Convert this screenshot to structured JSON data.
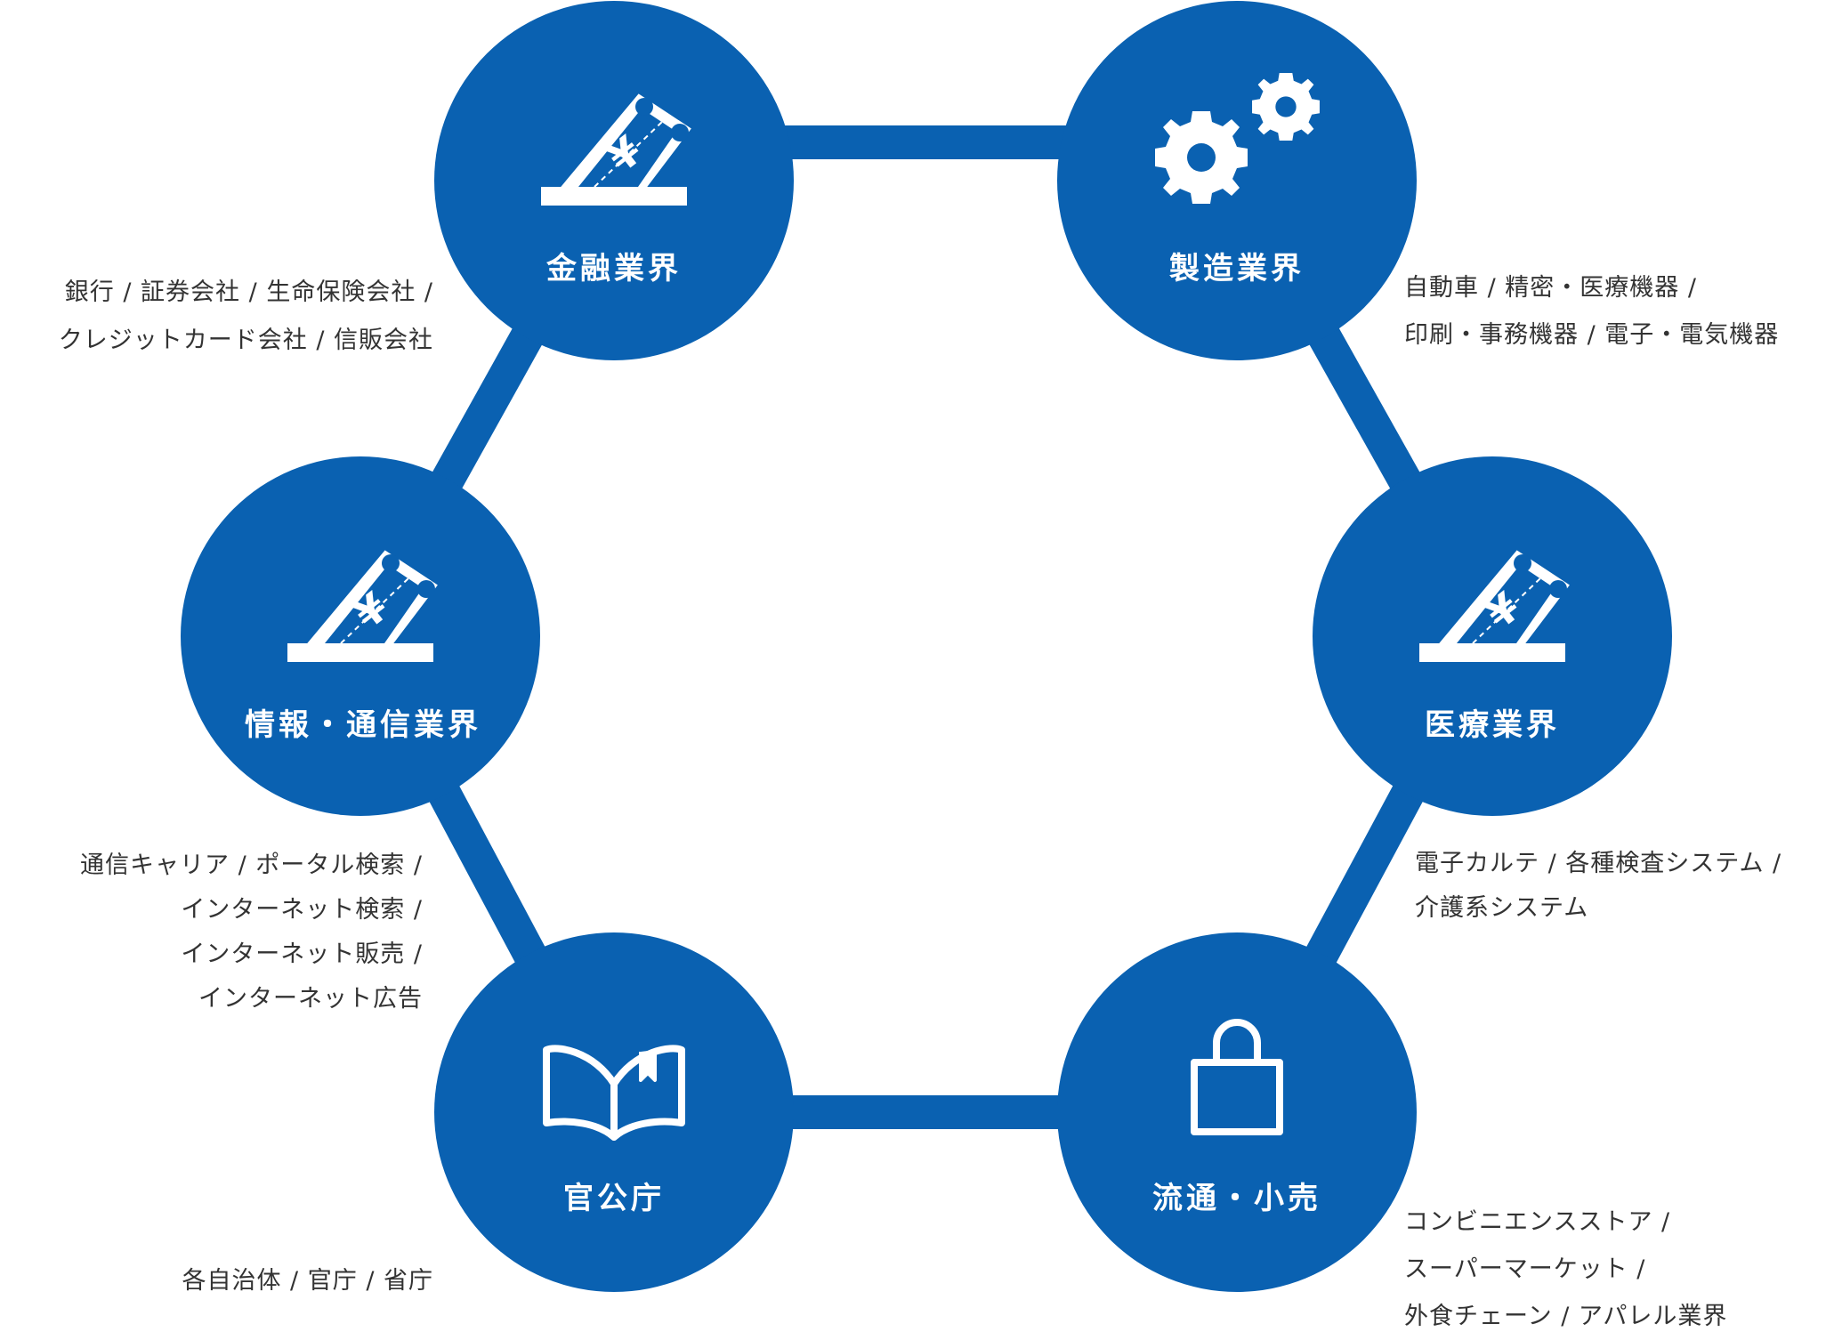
{
  "colors": {
    "accent": "#0a61b1",
    "icon": "#ffffff",
    "text": "#333333"
  },
  "nodes": {
    "finance": {
      "label": "金融業界",
      "icon": "ticket-yen-icon",
      "lines": [
        "銀行 / 証券会社 / 生命保険会社 /",
        "クレジットカード会社 / 信販会社"
      ]
    },
    "manufacturing": {
      "label": "製造業界",
      "icon": "gears-icon",
      "lines": [
        "自動車 / 精密・医療機器 /",
        "印刷・事務機器 / 電子・電気機器"
      ]
    },
    "it": {
      "label": "情報・通信業界",
      "icon": "ticket-yen-icon",
      "lines": [
        "通信キャリア / ポータル検索 /",
        "インターネット検索 /",
        "インターネット販売 /",
        "インターネット広告"
      ]
    },
    "medical": {
      "label": "医療業界",
      "icon": "ticket-yen-icon",
      "lines": [
        "電子カルテ / 各種検査システム /",
        "介護系システム"
      ]
    },
    "government": {
      "label": "官公庁",
      "icon": "open-book-icon",
      "lines": [
        "各自治体 / 官庁 / 省庁"
      ]
    },
    "retail": {
      "label": "流通・小売",
      "icon": "shopping-bag-icon",
      "lines": [
        "コンビニエンスストア /",
        "スーパーマーケット /",
        "外食チェーン / アパレル業界"
      ]
    }
  }
}
